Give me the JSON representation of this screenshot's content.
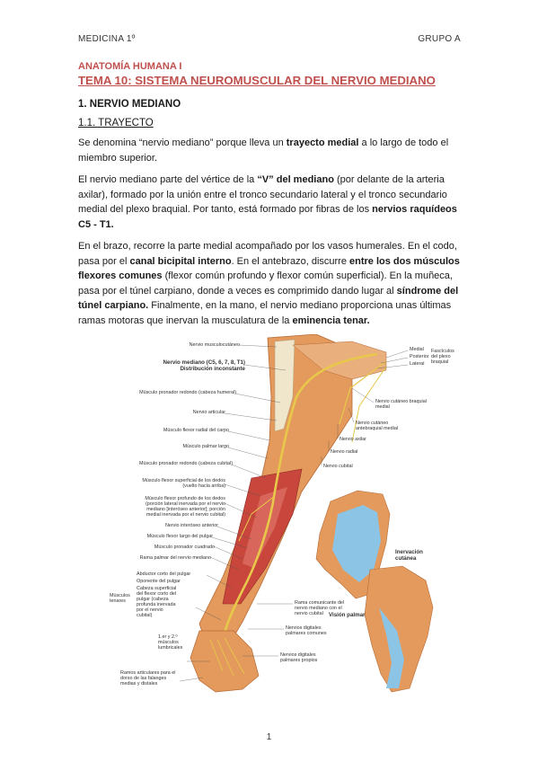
{
  "header": {
    "left": "MEDICINA 1º",
    "right": "GRUPO A"
  },
  "subject": "ANATOMÍA HUMANA I",
  "topic": "TEMA 10: SISTEMA NEUROMUSCULAR DEL NERVIO MEDIANO",
  "section": "1. NERVIO MEDIANO",
  "subsection": "1.1. TRAYECTO",
  "para1": {
    "t1": "Se denomina “nervio mediano” porque lleva un ",
    "b1": "trayecto medial",
    "t2": " a lo largo de todo el miembro superior."
  },
  "para2": {
    "t1": "El nervio mediano parte del vértice de la ",
    "b1": "“V” del mediano",
    "t2": " (por delante de la arteria axilar), formado por la unión entre el tronco secundario lateral y el tronco secundario medial del plexo braquial. Por tanto, está formado por fibras de los ",
    "b2": "nervios raquídeos C5 - T1."
  },
  "para3": {
    "t1": "En el brazo, recorre la parte medial acompañado por los vasos humerales. En el codo, pasa por el ",
    "b1": "canal bicipital interno",
    "t2": ". En el antebrazo, discurre ",
    "b2": "entre los dos músculos flexores comunes",
    "t3": " (flexor común profundo y flexor común superficial). En la muñeca, pasa por el túnel carpiano, donde a veces es comprimido dando lugar al ",
    "b3": "síndrome del túnel carpiano.",
    "t4": " Finalmente, en la mano, el nervio mediano proporciona unas últimas ramas motoras que inervan la musculatura de la ",
    "b4": "eminencia tenar."
  },
  "figure": {
    "labels_left": [
      "Nervio musculocutáneo",
      "Nervio mediano (C5, 6, 7, 8, T1)",
      "Distribución inconstante",
      "Músculo pronador redondo (cabeza humeral)",
      "Nervio articular",
      "Músculo flexor radial del carpo",
      "Músculo palmar largo",
      "Músculo pronador redondo (cabeza cubital)",
      "Músculo flexor superficial de los dedos",
      "(vuelto hacia arriba)",
      "Músculo flexor profundo de los dedos",
      "(porción lateral inervada por el nervio",
      "mediano [interóseo anterior]; porción",
      "medial inervada por el nervio cubital)",
      "Nervio interóseo anterior",
      "Músculo flexor largo del pulgar",
      "Músculo pronador cuadrado",
      "Rama palmar del nervio mediano",
      "Músculos",
      "tenares",
      "Abductor corto del pulgar",
      "Oponente del pulgar",
      "Cabeza superficial",
      "del flexor corto del",
      "pulgar (cabeza",
      "profunda inervada",
      "por el nervio",
      "cubital)",
      "1.er y 2.º",
      "músculos",
      "lumbricales",
      "Ramos articulares para el",
      "dorso de las falanges",
      "medias y distales"
    ],
    "labels_right": [
      "Medial",
      "Posterior",
      "Lateral",
      "Fascículos",
      "del plexo",
      "braquial",
      "Nervio cutáneo braquial",
      "medial",
      "Nervio cutáneo",
      "antebraquial medial",
      "Nervio axilar",
      "Nervio radial",
      "Nervio cubital",
      "Inervación",
      "cutánea",
      "Visión palmar",
      "Rama comunicante del",
      "nervio mediano con el",
      "nervio cubital",
      "Nervios digitales",
      "palmares comunes",
      "Nervios digitales",
      "palmares propios"
    ]
  },
  "page_number": "1",
  "colors": {
    "accent": "#c0504d",
    "nerve": "#e8c84a",
    "muscle": "#c8463c",
    "skin": "#e39a5c",
    "cutaneous": "#8cc4e6"
  }
}
